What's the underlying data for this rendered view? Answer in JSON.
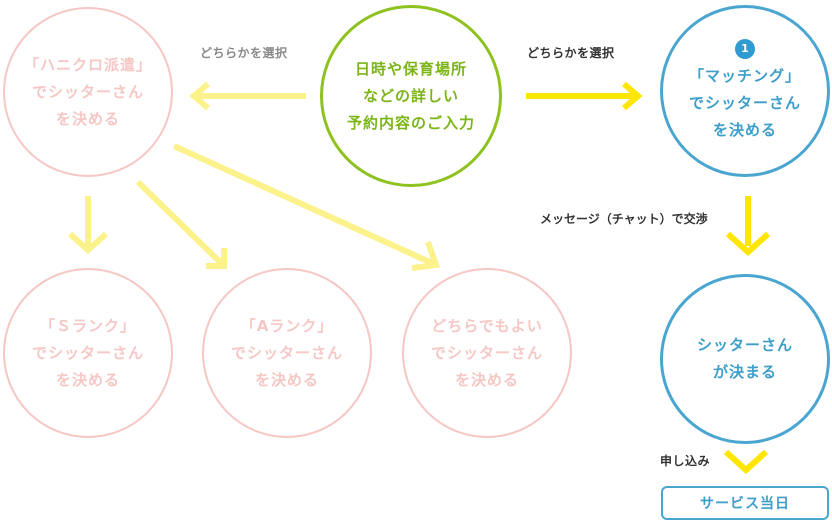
{
  "nodes": {
    "start": {
      "lines": [
        "日時や保育場所",
        "などの詳しい",
        "予約内容のご入力"
      ]
    },
    "haniclo": {
      "lines": [
        "「ハニクロ派遣」",
        "でシッターさん",
        "を決める"
      ]
    },
    "matching": {
      "badge": "1",
      "lines": [
        "「マッチング」",
        "でシッターさん",
        "を決める"
      ]
    },
    "s_rank": {
      "lines": [
        "「Ｓランク」",
        "でシッターさん",
        "を決める"
      ]
    },
    "a_rank": {
      "lines": [
        "「Aランク」",
        "でシッターさん",
        "を決める"
      ]
    },
    "either": {
      "lines": [
        "どちらでもよい",
        "でシッターさん",
        "を決める"
      ]
    },
    "decided": {
      "lines": [
        "シッターさん",
        "が決まる"
      ]
    },
    "end": {
      "label": "サービス当日"
    }
  },
  "labels": {
    "choose_left": "どちらかを選択",
    "choose_right": "どちらかを選択",
    "message": "メッセージ（チャット）で交渉",
    "apply": "申し込み"
  },
  "colors": {
    "pink": "#f5c7c5",
    "green": "#8ec21f",
    "blue": "#4aa6d0",
    "arrow_bright": "#ffe600",
    "arrow_pale": "#fbf28c"
  }
}
